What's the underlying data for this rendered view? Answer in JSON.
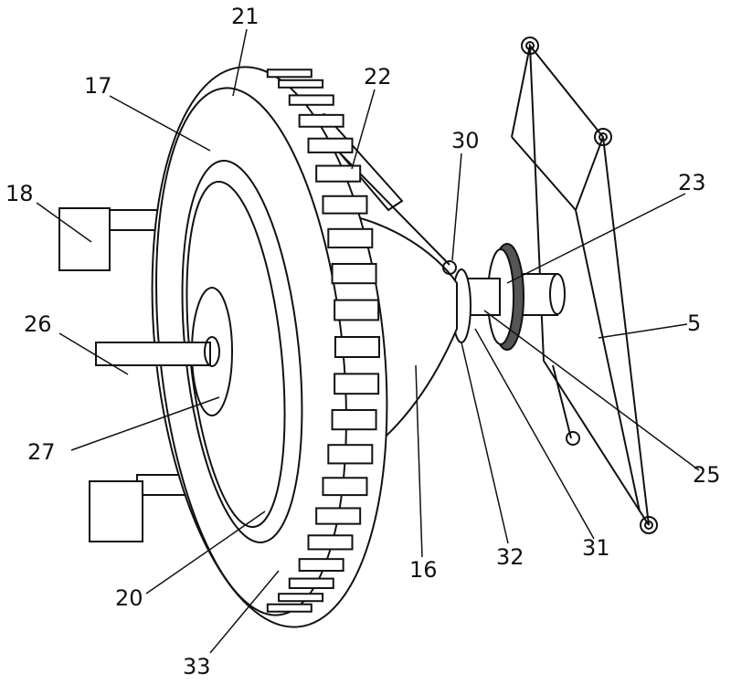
{
  "labels": {
    "l21": "21",
    "l17": "17",
    "l22": "22",
    "l30": "30",
    "l18": "18",
    "l23": "23",
    "l26": "26",
    "l5": "5",
    "l27": "27",
    "l25": "25",
    "l20": "20",
    "l16": "16",
    "l32": "32",
    "l31": "31",
    "l33": "33"
  }
}
